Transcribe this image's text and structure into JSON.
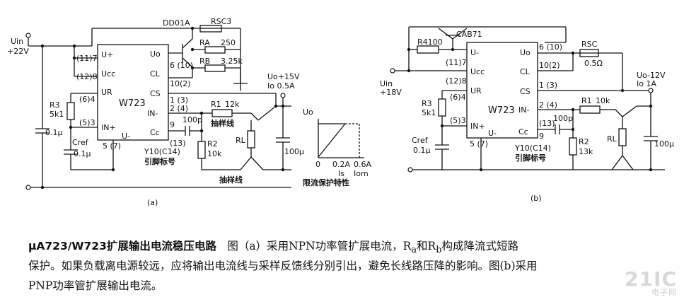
{
  "caption": {
    "title": "μA723/W723扩展输出电流稳压电路",
    "line1_rest": "　图（a）采用NPN功率管扩展电流，R",
    "sub_a": "a",
    "and_text": "和R",
    "sub_b": "b",
    "line1_end": "构成降流式短路",
    "line2": "保护。如果负载离电源较远，应将输出电流线与采样反馈线分别引出，避免长线路压降的影响。图(b)采用",
    "line3": "PNP功率管扩展输出电流。"
  },
  "watermark": "21IC",
  "watermark_small": "电子网",
  "circuit_a": {
    "label": "(a)",
    "uin": "Uin",
    "uin_value": "+22V",
    "chip": "W723",
    "pins": {
      "u_plus": "U+",
      "ucc": "Ucc",
      "ur": "UR",
      "in_plus": "IN+",
      "u_minus": "U-",
      "uo": "Uo",
      "cl": "CL",
      "cs": "CS",
      "in_minus": "IN-",
      "cc": "Cc"
    },
    "pin_nums": {
      "u_plus": "(11)7",
      "ucc": "(12)8",
      "ur": "(6)4",
      "in_plus": "(5)3",
      "u_minus": "5 (7)",
      "uo": "6 (10)",
      "cl": "10(2)",
      "cs": "1 (3)",
      "in_minus": "2 (4)",
      "cc": "9",
      "cc2": "(13)"
    },
    "transistor": "DD01A",
    "rsc": "RSC3",
    "ra": "RA",
    "ra_val": "250",
    "rb": "RB",
    "rb_val": "3.25k",
    "r3": "R3",
    "r3_val": "5k1",
    "c_in": "0.1μ",
    "cref": "Cref",
    "cref_val": "0.1μ",
    "r1": "R1",
    "r1_val": "12k",
    "r2": "R2",
    "r2_val": "10k",
    "cc_cap": "100p",
    "rl": "RL",
    "cout": "100μ",
    "uo_out": "Uo+15V",
    "io_out": "Io  0.5A",
    "sample_line": "抽样线",
    "sample_line2": "抽样线",
    "pin_note": "Y10(C14)",
    "pin_note2": "引脚标号"
  },
  "limit_graph": {
    "y_axis": "Uo",
    "x_ticks": [
      "0",
      "0.2A",
      "0.6A"
    ],
    "x_labels": [
      "Is",
      "Iom"
    ],
    "caption": "限流保护特性"
  },
  "circuit_b": {
    "label": "(b)",
    "transistor": "CAB71",
    "r4": "R4100",
    "uin": "Uin",
    "uin_value": "+18V",
    "chip": "W723",
    "pins": {
      "u_minus_top": "U-",
      "ucc": "Ucc",
      "ur": "UR",
      "in_plus": "IN+",
      "u_minus": "U-",
      "uo": "Uo",
      "cl": "CL",
      "cs": "CS",
      "in_minus": "IN-",
      "cc": "Cc"
    },
    "pin_nums": {
      "u_minus_top": "(11)7",
      "ucc": "(12)8",
      "ur": "(6)4",
      "in_plus": "(5)3",
      "u_minus": "5 (7)",
      "uo": "6 (10)",
      "cl": "10(2)",
      "cs": "1 (3)",
      "in_minus": "2 (4)",
      "cc": "(13)",
      "cc2": "9"
    },
    "rsc": "RSC",
    "rsc_val": "0.5Ω",
    "r3": "R3",
    "r3_val": "5k1",
    "cref": "Cref",
    "cref_val": "0.1μ",
    "r1": "R1",
    "r1_val": "10k",
    "r2": "R2",
    "r2_val": "13k",
    "cc_cap": "100p",
    "rl": "RL",
    "cout": "100μ",
    "uo_out": "Uo-12V",
    "io_out": "Io  1A",
    "pin_note": "Y10(C14)",
    "pin_note2": "引脚标号"
  }
}
